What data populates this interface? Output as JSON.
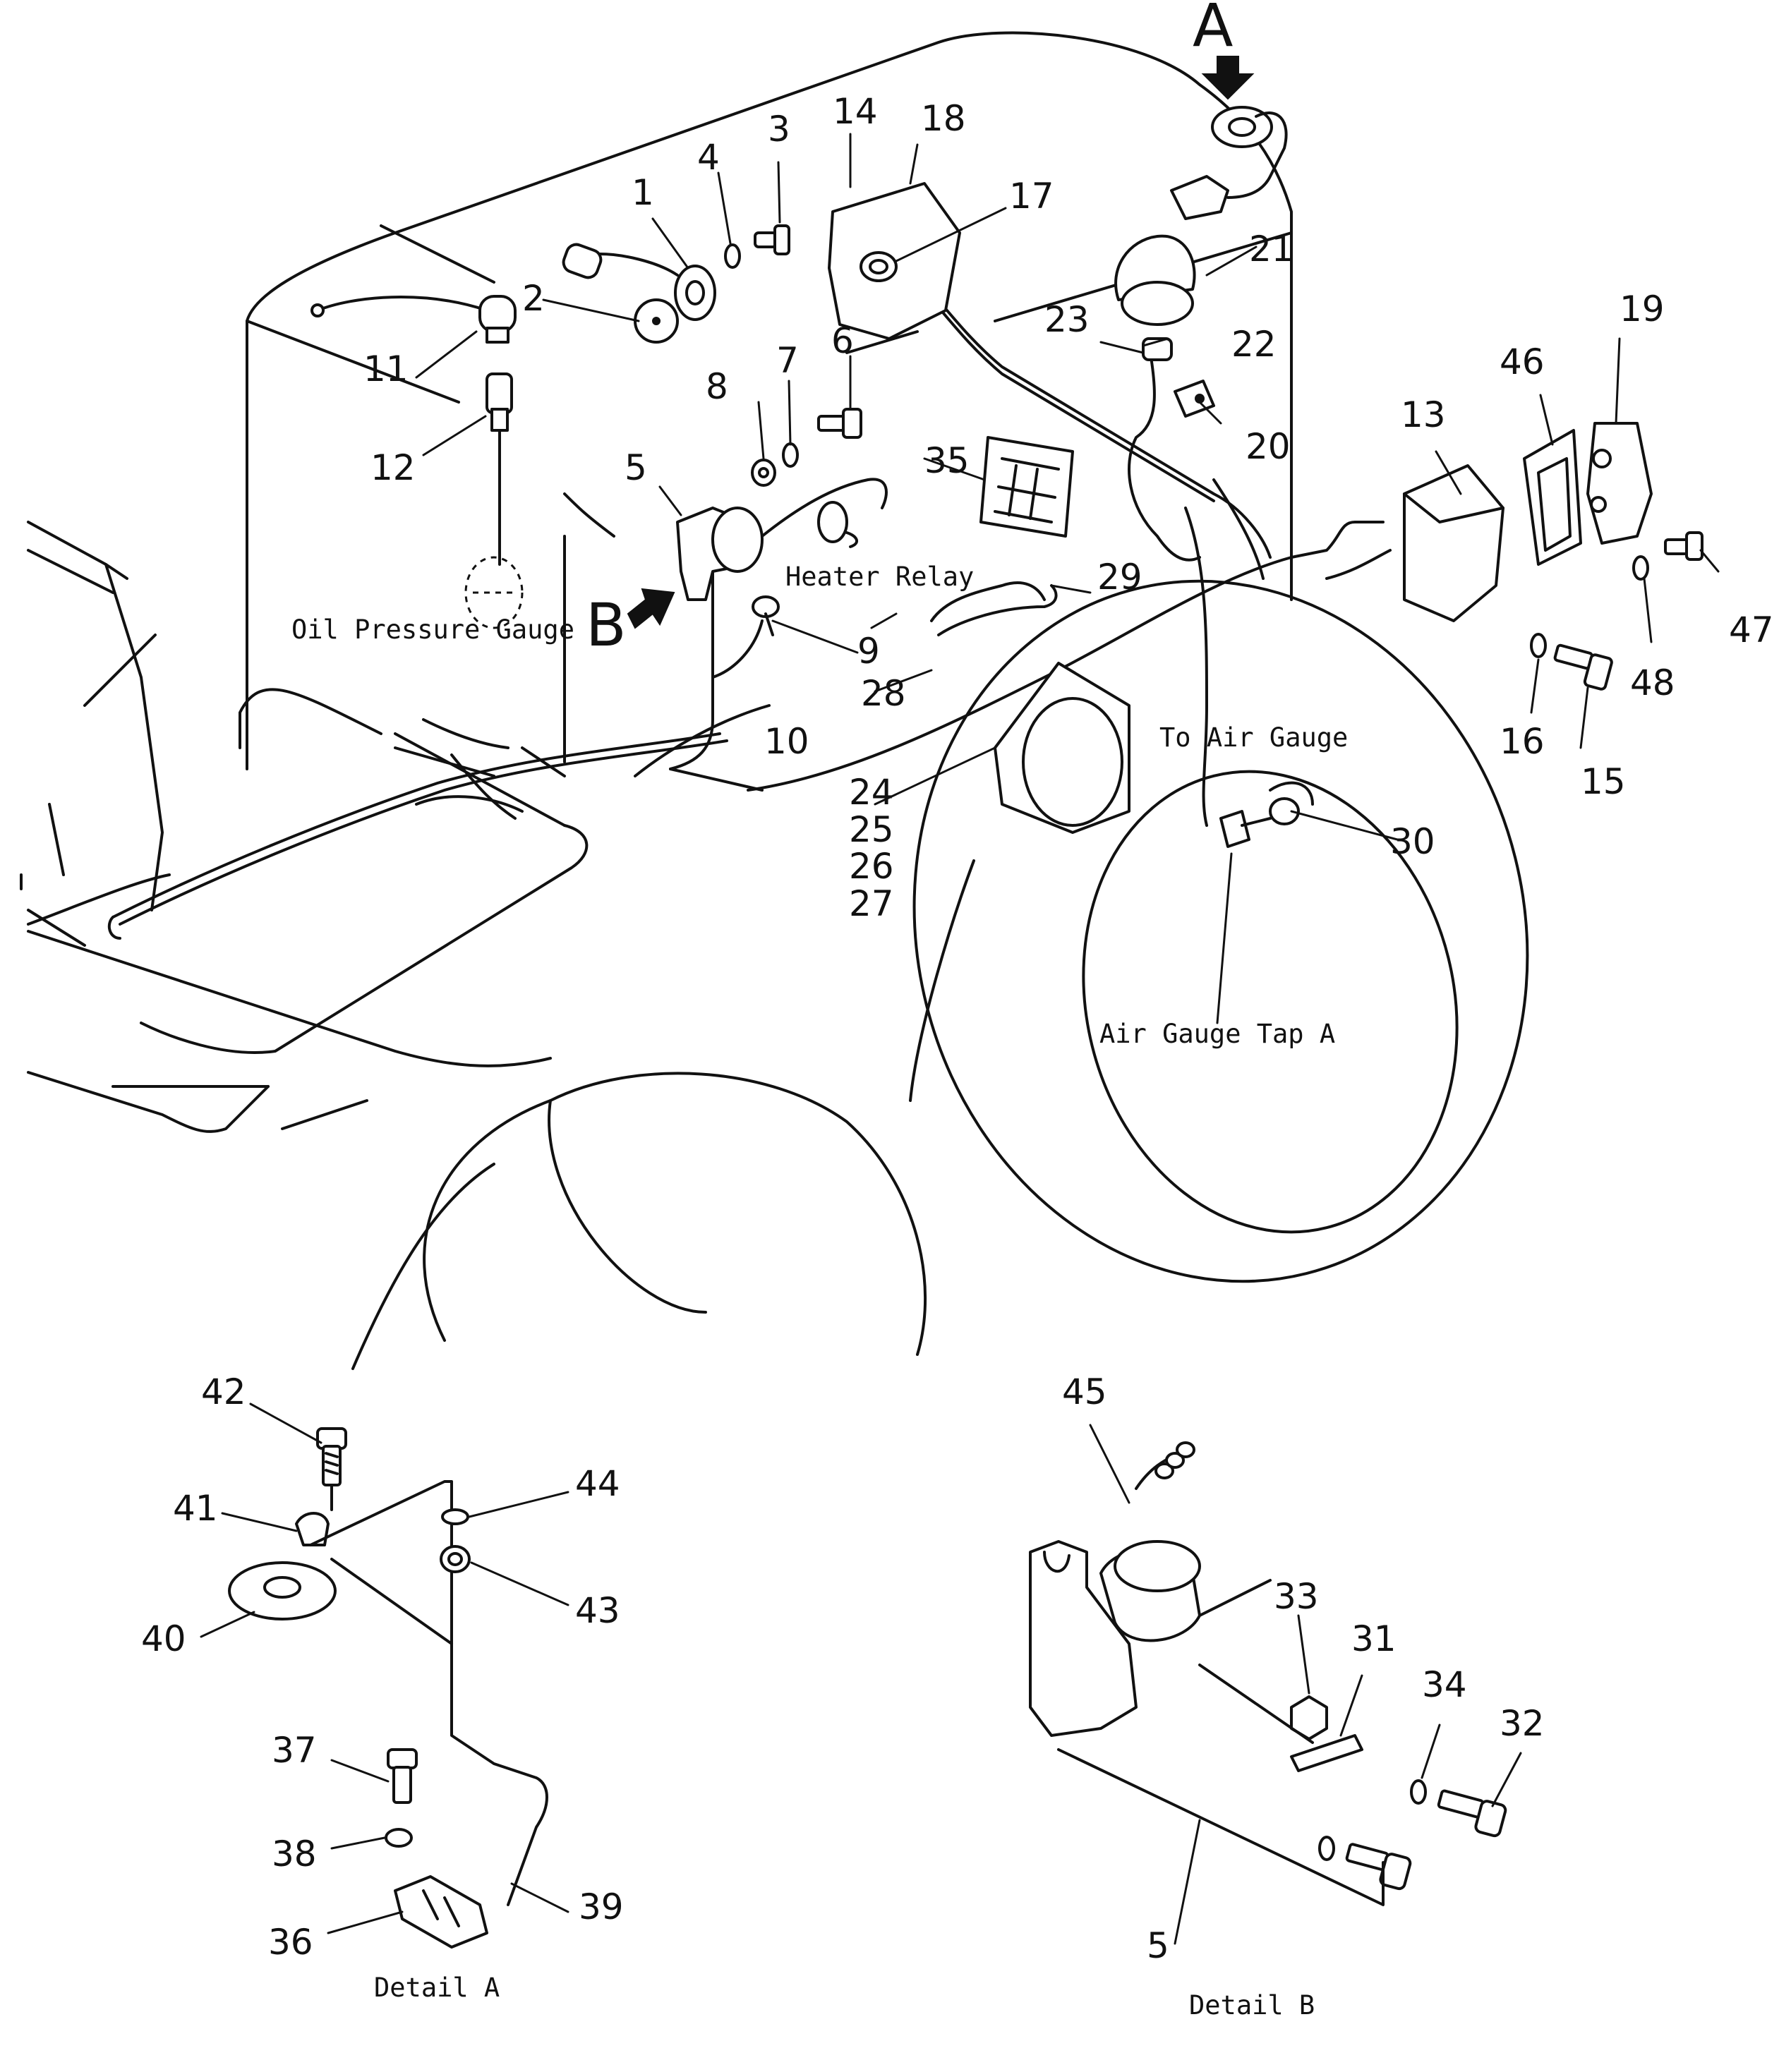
{
  "labels": {
    "oil_pressure_gauge": "Oil Pressure Gauge",
    "heater_relay": "Heater Relay",
    "to_air_gauge": "To Air Gauge",
    "air_gauge_tap": "Air Gauge Tap A",
    "detail_a": "Detail A",
    "detail_b": "Detail B",
    "view_a": "A",
    "view_b": "B"
  },
  "callouts": {
    "n1": "1",
    "n2": "2",
    "n3": "3",
    "n4": "4",
    "n5": "5",
    "n6": "6",
    "n7": "7",
    "n8": "8",
    "n9": "9",
    "n10": "10",
    "n11": "11",
    "n12": "12",
    "n13": "13",
    "n14": "14",
    "n15": "15",
    "n16": "16",
    "n17": "17",
    "n18": "18",
    "n19": "19",
    "n20": "20",
    "n21": "21",
    "n22": "22",
    "n23": "23",
    "n24": "24",
    "n25": "25",
    "n26": "26",
    "n27": "27",
    "n28": "28",
    "n29": "29",
    "n30": "30",
    "n31": "31",
    "n32": "32",
    "n33": "33",
    "n34": "34",
    "n35": "35",
    "n36": "36",
    "n37": "37",
    "n38": "38",
    "n39": "39",
    "n40": "40",
    "n41": "41",
    "n42": "42",
    "n43": "43",
    "n44": "44",
    "n45": "45",
    "n46": "46",
    "n47": "47",
    "n48": "48",
    "n5b": "5"
  }
}
